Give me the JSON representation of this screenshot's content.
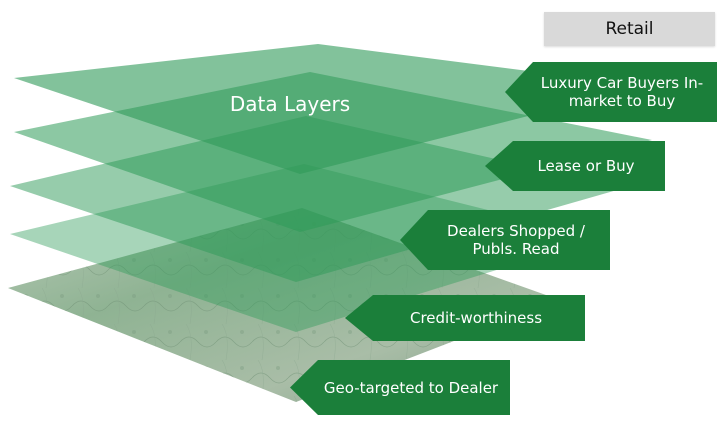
{
  "header": {
    "badge_label": "Retail"
  },
  "stack": {
    "title": "Data Layers"
  },
  "callouts": [
    {
      "label": "Luxury Car Buyers In-market to Buy"
    },
    {
      "label": "Lease or Buy"
    },
    {
      "label": "Dealers Shopped / Publs. Read"
    },
    {
      "label": "Credit-worthiness"
    },
    {
      "label": "Geo-targeted to Dealer"
    }
  ],
  "colors": {
    "layer_green": "#2e9a58",
    "callout_green": "#1b7f3a",
    "map_base": "#9fb8a4",
    "badge_gray": "#d9d9d9"
  }
}
